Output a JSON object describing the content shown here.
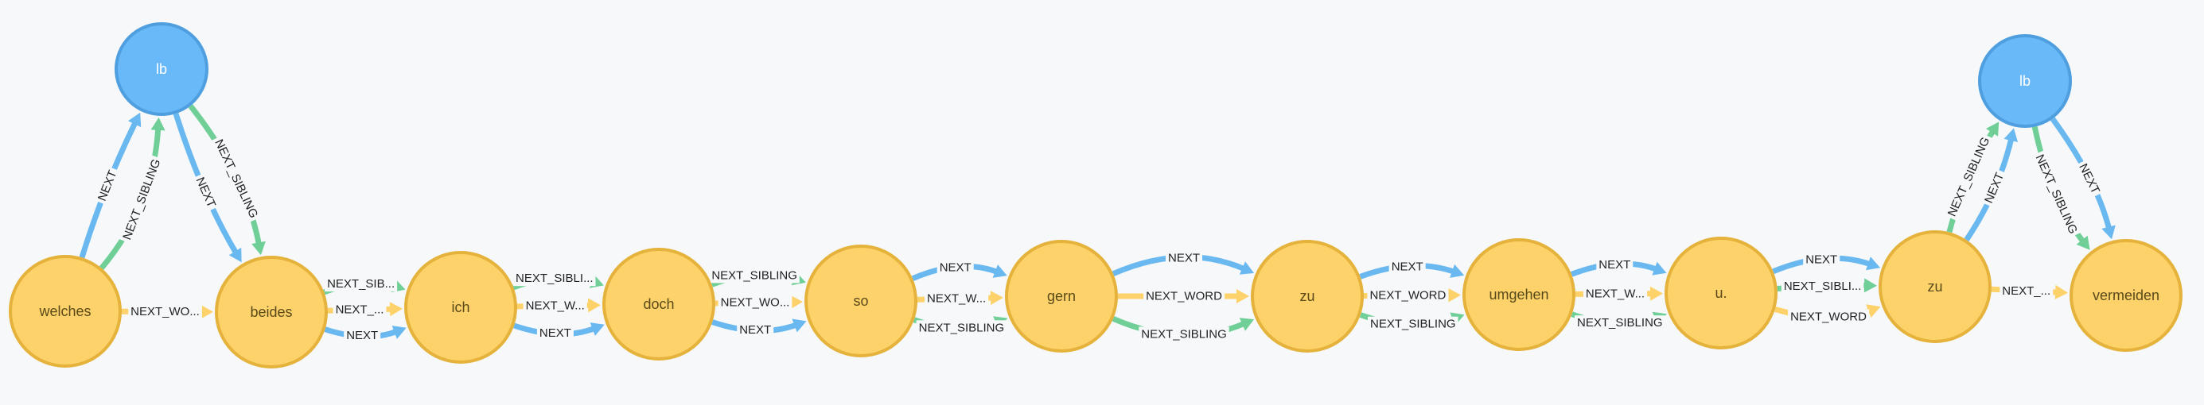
{
  "colors": {
    "NEXT": "#69b8f0",
    "NEXT_SIBLING": "#6fcf97",
    "NEXT_WORD": "#fdd26a",
    "word_node": "#fdd26a",
    "lb_node": "#69b8f8"
  },
  "nodes": [
    {
      "id": "lb1",
      "label": "lb",
      "kind": "lb"
    },
    {
      "id": "welches",
      "label": "welches",
      "kind": "word"
    },
    {
      "id": "beides",
      "label": "beides",
      "kind": "word"
    },
    {
      "id": "ich",
      "label": "ich",
      "kind": "word"
    },
    {
      "id": "doch",
      "label": "doch",
      "kind": "word"
    },
    {
      "id": "so",
      "label": "so",
      "kind": "word"
    },
    {
      "id": "gern",
      "label": "gern",
      "kind": "word"
    },
    {
      "id": "zu1",
      "label": "zu",
      "kind": "word"
    },
    {
      "id": "umgehen",
      "label": "umgehen",
      "kind": "word"
    },
    {
      "id": "u",
      "label": "u.",
      "kind": "word"
    },
    {
      "id": "zu2",
      "label": "zu",
      "kind": "word"
    },
    {
      "id": "lb2",
      "label": "lb",
      "kind": "lb"
    },
    {
      "id": "vermeiden",
      "label": "vermeiden",
      "kind": "word"
    }
  ],
  "edges": [
    {
      "from": "welches",
      "to": "lb1",
      "type": "NEXT_SIBLING",
      "label": "NEXT_SIBLING"
    },
    {
      "from": "welches",
      "to": "lb1",
      "type": "NEXT",
      "label": "NEXT"
    },
    {
      "from": "lb1",
      "to": "beides",
      "type": "NEXT",
      "label": "NEXT"
    },
    {
      "from": "lb1",
      "to": "beides",
      "type": "NEXT_SIBLING",
      "label": "NEXT_SIBLING"
    },
    {
      "from": "welches",
      "to": "beides",
      "type": "NEXT_WORD",
      "label": "NEXT_WO..."
    },
    {
      "from": "beides",
      "to": "ich",
      "type": "NEXT_SIBLING",
      "label": "NEXT_SIB..."
    },
    {
      "from": "beides",
      "to": "ich",
      "type": "NEXT_WORD",
      "label": "NEXT_..."
    },
    {
      "from": "beides",
      "to": "ich",
      "type": "NEXT",
      "label": "NEXT"
    },
    {
      "from": "ich",
      "to": "doch",
      "type": "NEXT_SIBLING",
      "label": "NEXT_SIBLI..."
    },
    {
      "from": "ich",
      "to": "doch",
      "type": "NEXT_WORD",
      "label": "NEXT_W..."
    },
    {
      "from": "ich",
      "to": "doch",
      "type": "NEXT",
      "label": "NEXT"
    },
    {
      "from": "doch",
      "to": "so",
      "type": "NEXT_SIBLING",
      "label": "NEXT_SIBLING"
    },
    {
      "from": "doch",
      "to": "so",
      "type": "NEXT_WORD",
      "label": "NEXT_WO..."
    },
    {
      "from": "doch",
      "to": "so",
      "type": "NEXT",
      "label": "NEXT"
    },
    {
      "from": "so",
      "to": "gern",
      "type": "NEXT",
      "label": "NEXT"
    },
    {
      "from": "so",
      "to": "gern",
      "type": "NEXT_WORD",
      "label": "NEXT_W..."
    },
    {
      "from": "so",
      "to": "gern",
      "type": "NEXT_SIBLING",
      "label": "NEXT_SIBLING"
    },
    {
      "from": "gern",
      "to": "zu1",
      "type": "NEXT",
      "label": "NEXT"
    },
    {
      "from": "gern",
      "to": "zu1",
      "type": "NEXT_WORD",
      "label": "NEXT_WORD"
    },
    {
      "from": "gern",
      "to": "zu1",
      "type": "NEXT_SIBLING",
      "label": "NEXT_SIBLING"
    },
    {
      "from": "zu1",
      "to": "umgehen",
      "type": "NEXT",
      "label": "NEXT"
    },
    {
      "from": "zu1",
      "to": "umgehen",
      "type": "NEXT_WORD",
      "label": "NEXT_WORD"
    },
    {
      "from": "zu1",
      "to": "umgehen",
      "type": "NEXT_SIBLING",
      "label": "NEXT_SIBLING"
    },
    {
      "from": "umgehen",
      "to": "u",
      "type": "NEXT",
      "label": "NEXT"
    },
    {
      "from": "umgehen",
      "to": "u",
      "type": "NEXT_WORD",
      "label": "NEXT_W..."
    },
    {
      "from": "umgehen",
      "to": "u",
      "type": "NEXT_SIBLING",
      "label": "NEXT_SIBLING"
    },
    {
      "from": "u",
      "to": "zu2",
      "type": "NEXT",
      "label": "NEXT"
    },
    {
      "from": "u",
      "to": "zu2",
      "type": "NEXT_SIBLING",
      "label": "NEXT_SIBLI..."
    },
    {
      "from": "u",
      "to": "zu2",
      "type": "NEXT_WORD",
      "label": "NEXT_WORD"
    },
    {
      "from": "zu2",
      "to": "lb2",
      "type": "NEXT",
      "label": "NEXT"
    },
    {
      "from": "zu2",
      "to": "lb2",
      "type": "NEXT_SIBLING",
      "label": "NEXT_SIBLING"
    },
    {
      "from": "lb2",
      "to": "vermeiden",
      "type": "NEXT_SIBLING",
      "label": "NEXT_SIBLING"
    },
    {
      "from": "lb2",
      "to": "vermeiden",
      "type": "NEXT",
      "label": "NEXT"
    },
    {
      "from": "zu2",
      "to": "vermeiden",
      "type": "NEXT_WORD",
      "label": "NEXT_..."
    }
  ]
}
